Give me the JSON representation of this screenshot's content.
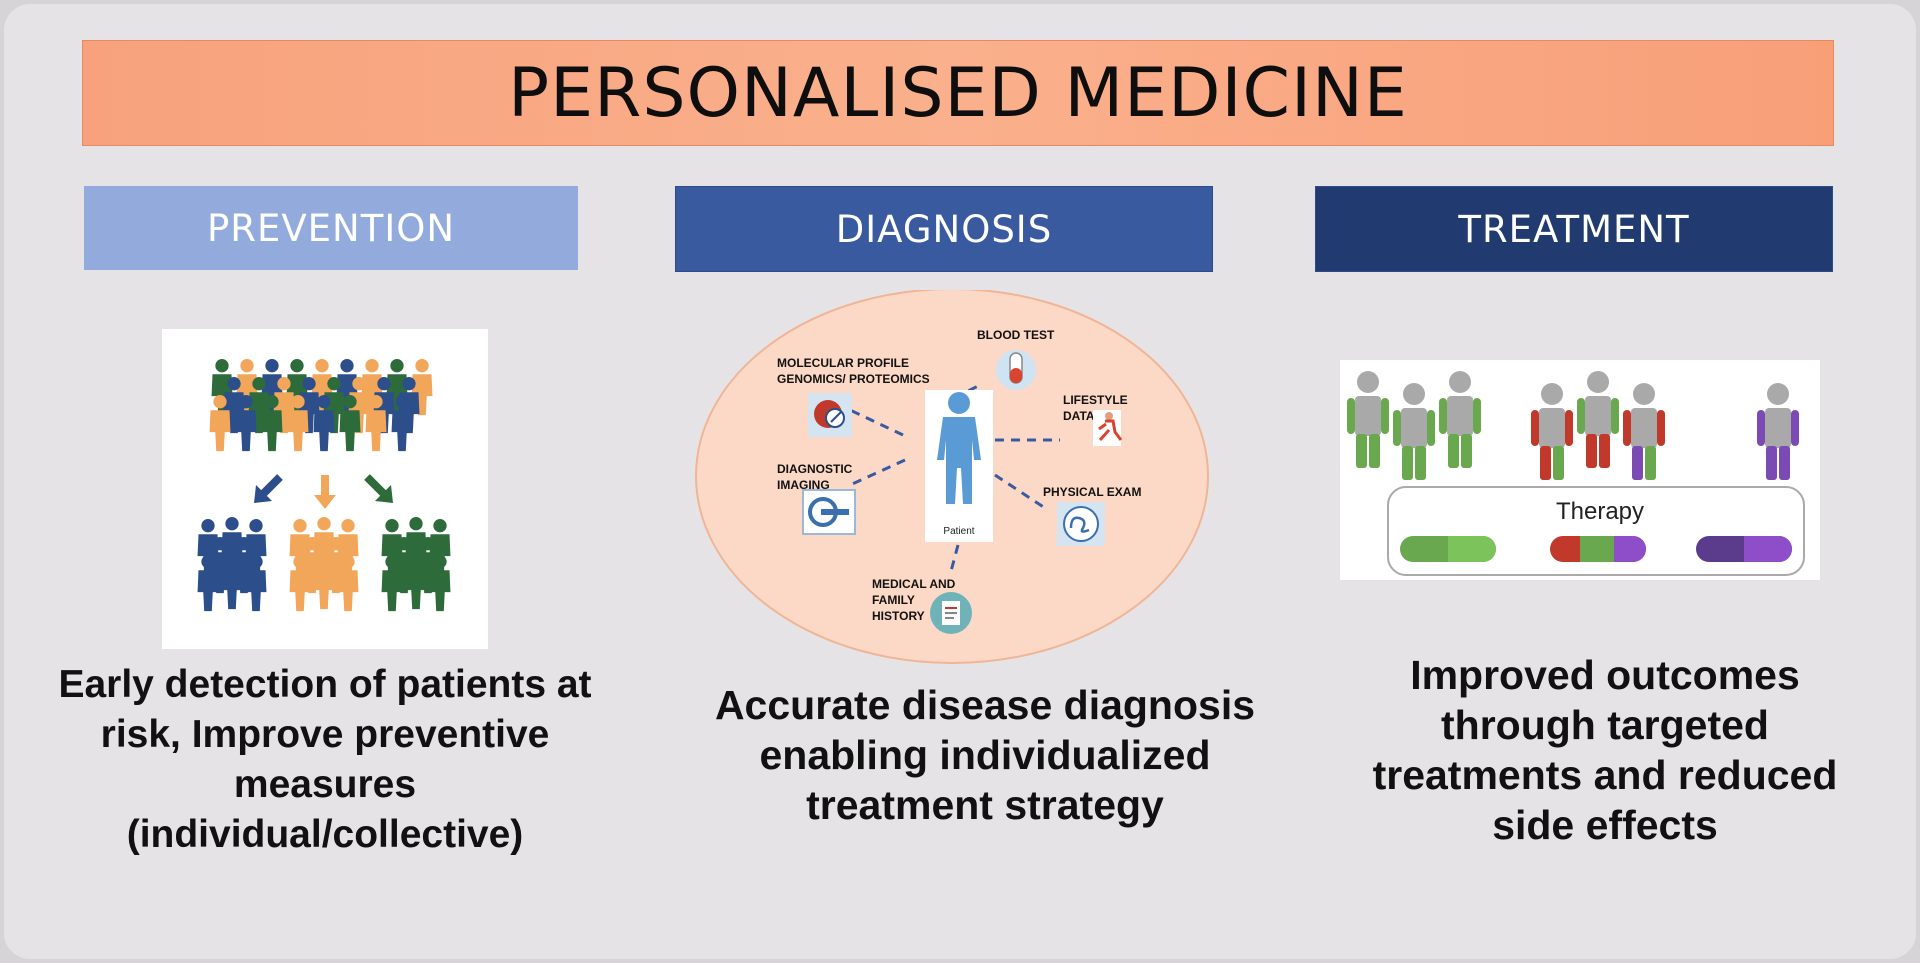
{
  "title": "PERSONALISED MEDICINE",
  "sections": {
    "prevention": {
      "header": "PREVENTION",
      "description_lines": [
        "Early detection of patients at",
        "risk, Improve preventive",
        "measures",
        "(individual/collective)"
      ]
    },
    "diagnosis": {
      "header": "DIAGNOSIS",
      "center_label": "Patient",
      "labels": {
        "blood_test": "BLOOD TEST",
        "molecular_1": "MOLECULAR PROFILE",
        "molecular_2": "GENOMICS/ PROTEOMICS",
        "lifestyle_1": "LIFESTYLE",
        "lifestyle_2": "DATA",
        "imaging_1": "DIAGNOSTIC",
        "imaging_2": "IMAGING",
        "physical_exam": "PHYSICAL EXAM",
        "history_1": "MEDICAL AND",
        "history_2": "FAMILY",
        "history_3": "HISTORY"
      },
      "description_lines": [
        "Accurate disease diagnosis",
        "enabling individualized",
        "treatment strategy"
      ]
    },
    "treatment": {
      "header": "TREATMENT",
      "therapy_label": "Therapy",
      "description_lines": [
        "Improved outcomes",
        "through targeted",
        "treatments and reduced",
        "side effects"
      ]
    }
  },
  "colors": {
    "title_banner": "#f9a983",
    "prevention_header": "#93aadc",
    "diagnosis_header": "#3a5a9f",
    "treatment_header": "#213b70",
    "crowd_blue": "#2c4f8c",
    "crowd_orange": "#f2a65a",
    "crowd_green": "#2e6b3a",
    "diagnosis_oval": "#fcd9c6",
    "patient_blue": "#5b9bd5",
    "therapy_green": "#6aa84f",
    "therapy_red": "#c0392b",
    "therapy_purple": "#7b4bb3"
  },
  "icons": {
    "blood_test": "test-tube-icon",
    "molecular_profile": "molecular-icon",
    "lifestyle": "runner-icon",
    "imaging": "scanner-icon",
    "physical_exam": "stethoscope-icon",
    "medical_history": "clipboard-icon"
  }
}
